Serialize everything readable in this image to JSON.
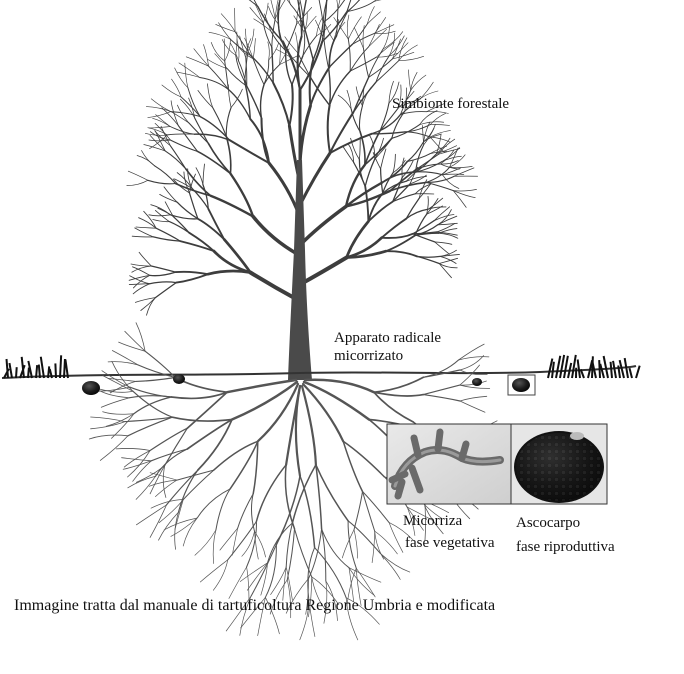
{
  "labels": {
    "symbiont": "Simbionte forestale",
    "root_system_line1": "Apparato radicale",
    "root_system_line2": "micorrizato",
    "mycorrhiza_line1": "Micorriza",
    "mycorrhiza_line2": "fase vegetativa",
    "ascocarp_line1": "Ascocarpo",
    "ascocarp_line2": "fase riproduttiva"
  },
  "caption": "Immagine tratta dal manuale di tartuficoltura Regione Umbria e modificata"
}
